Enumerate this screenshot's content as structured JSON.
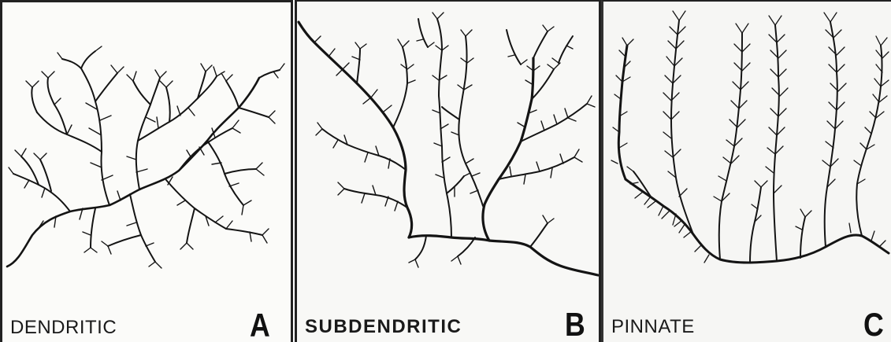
{
  "panels": [
    {
      "pattern_name": "DENDRITIC",
      "letter": "A"
    },
    {
      "pattern_name": "SUBDENDRITIC",
      "letter": "B"
    },
    {
      "pattern_name": "PINNATE",
      "letter": "C"
    }
  ]
}
